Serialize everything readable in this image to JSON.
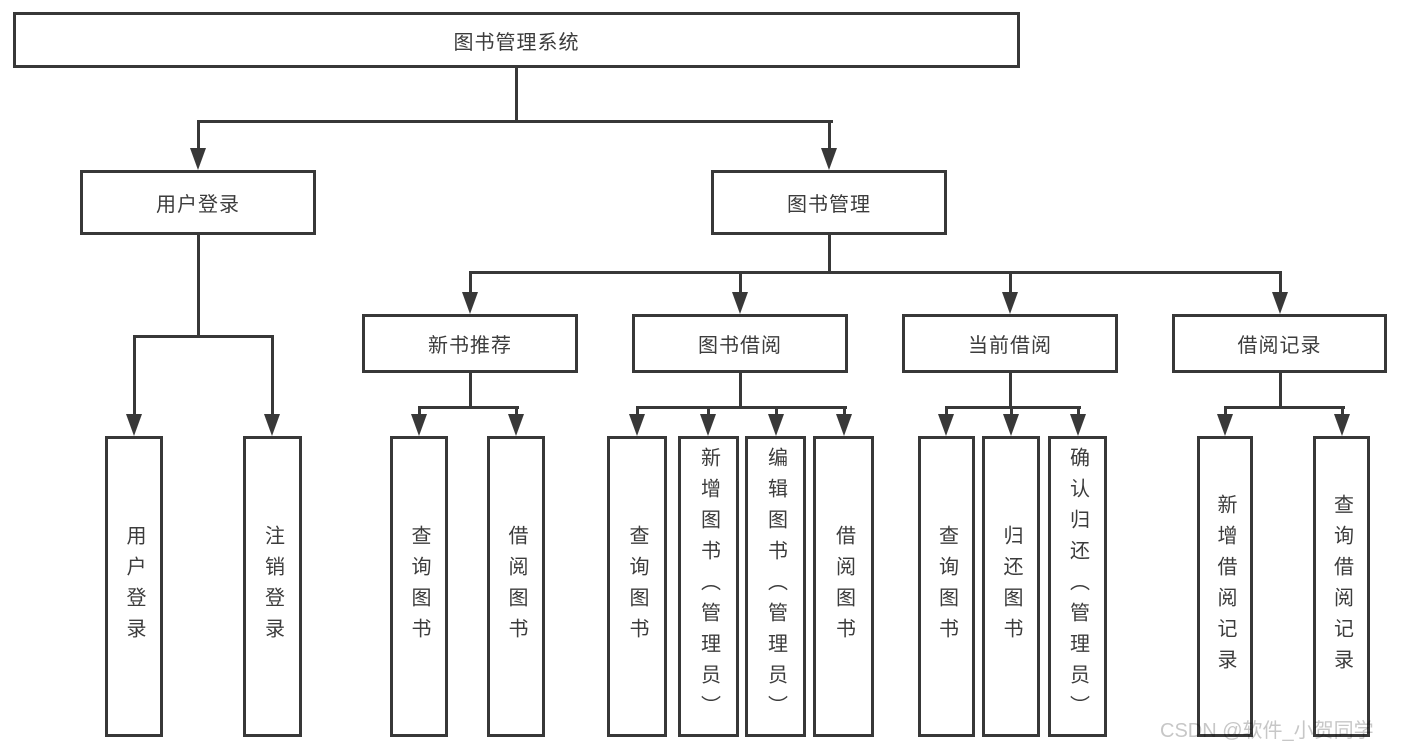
{
  "diagram": {
    "root": {
      "label": "图书管理系统"
    },
    "branches": {
      "user_login": {
        "label": "用户登录",
        "children": [
          "用户登录",
          "注销登录"
        ]
      },
      "book_mgmt": {
        "label": "图书管理"
      }
    },
    "modules": [
      {
        "label": "新书推荐",
        "children": [
          "查询图书",
          "借阅图书"
        ]
      },
      {
        "label": "图书借阅",
        "children": [
          "查询图书",
          "新增图书（管理员）",
          "编辑图书（管理员）",
          "借阅图书"
        ]
      },
      {
        "label": "当前借阅",
        "children": [
          "查询图书",
          "归还图书",
          "确认归还（管理员）"
        ]
      },
      {
        "label": "借阅记录",
        "children": [
          "新增借阅记录",
          "查询借阅记录"
        ]
      }
    ]
  },
  "watermark": "CSDN @软件_小贺同学",
  "colors": {
    "line": "#383838",
    "box_border": "#383838",
    "box_fill": "#ffffff",
    "text": "#3c3c3c",
    "watermark": "#c7c7c7",
    "background": "#ffffff"
  }
}
